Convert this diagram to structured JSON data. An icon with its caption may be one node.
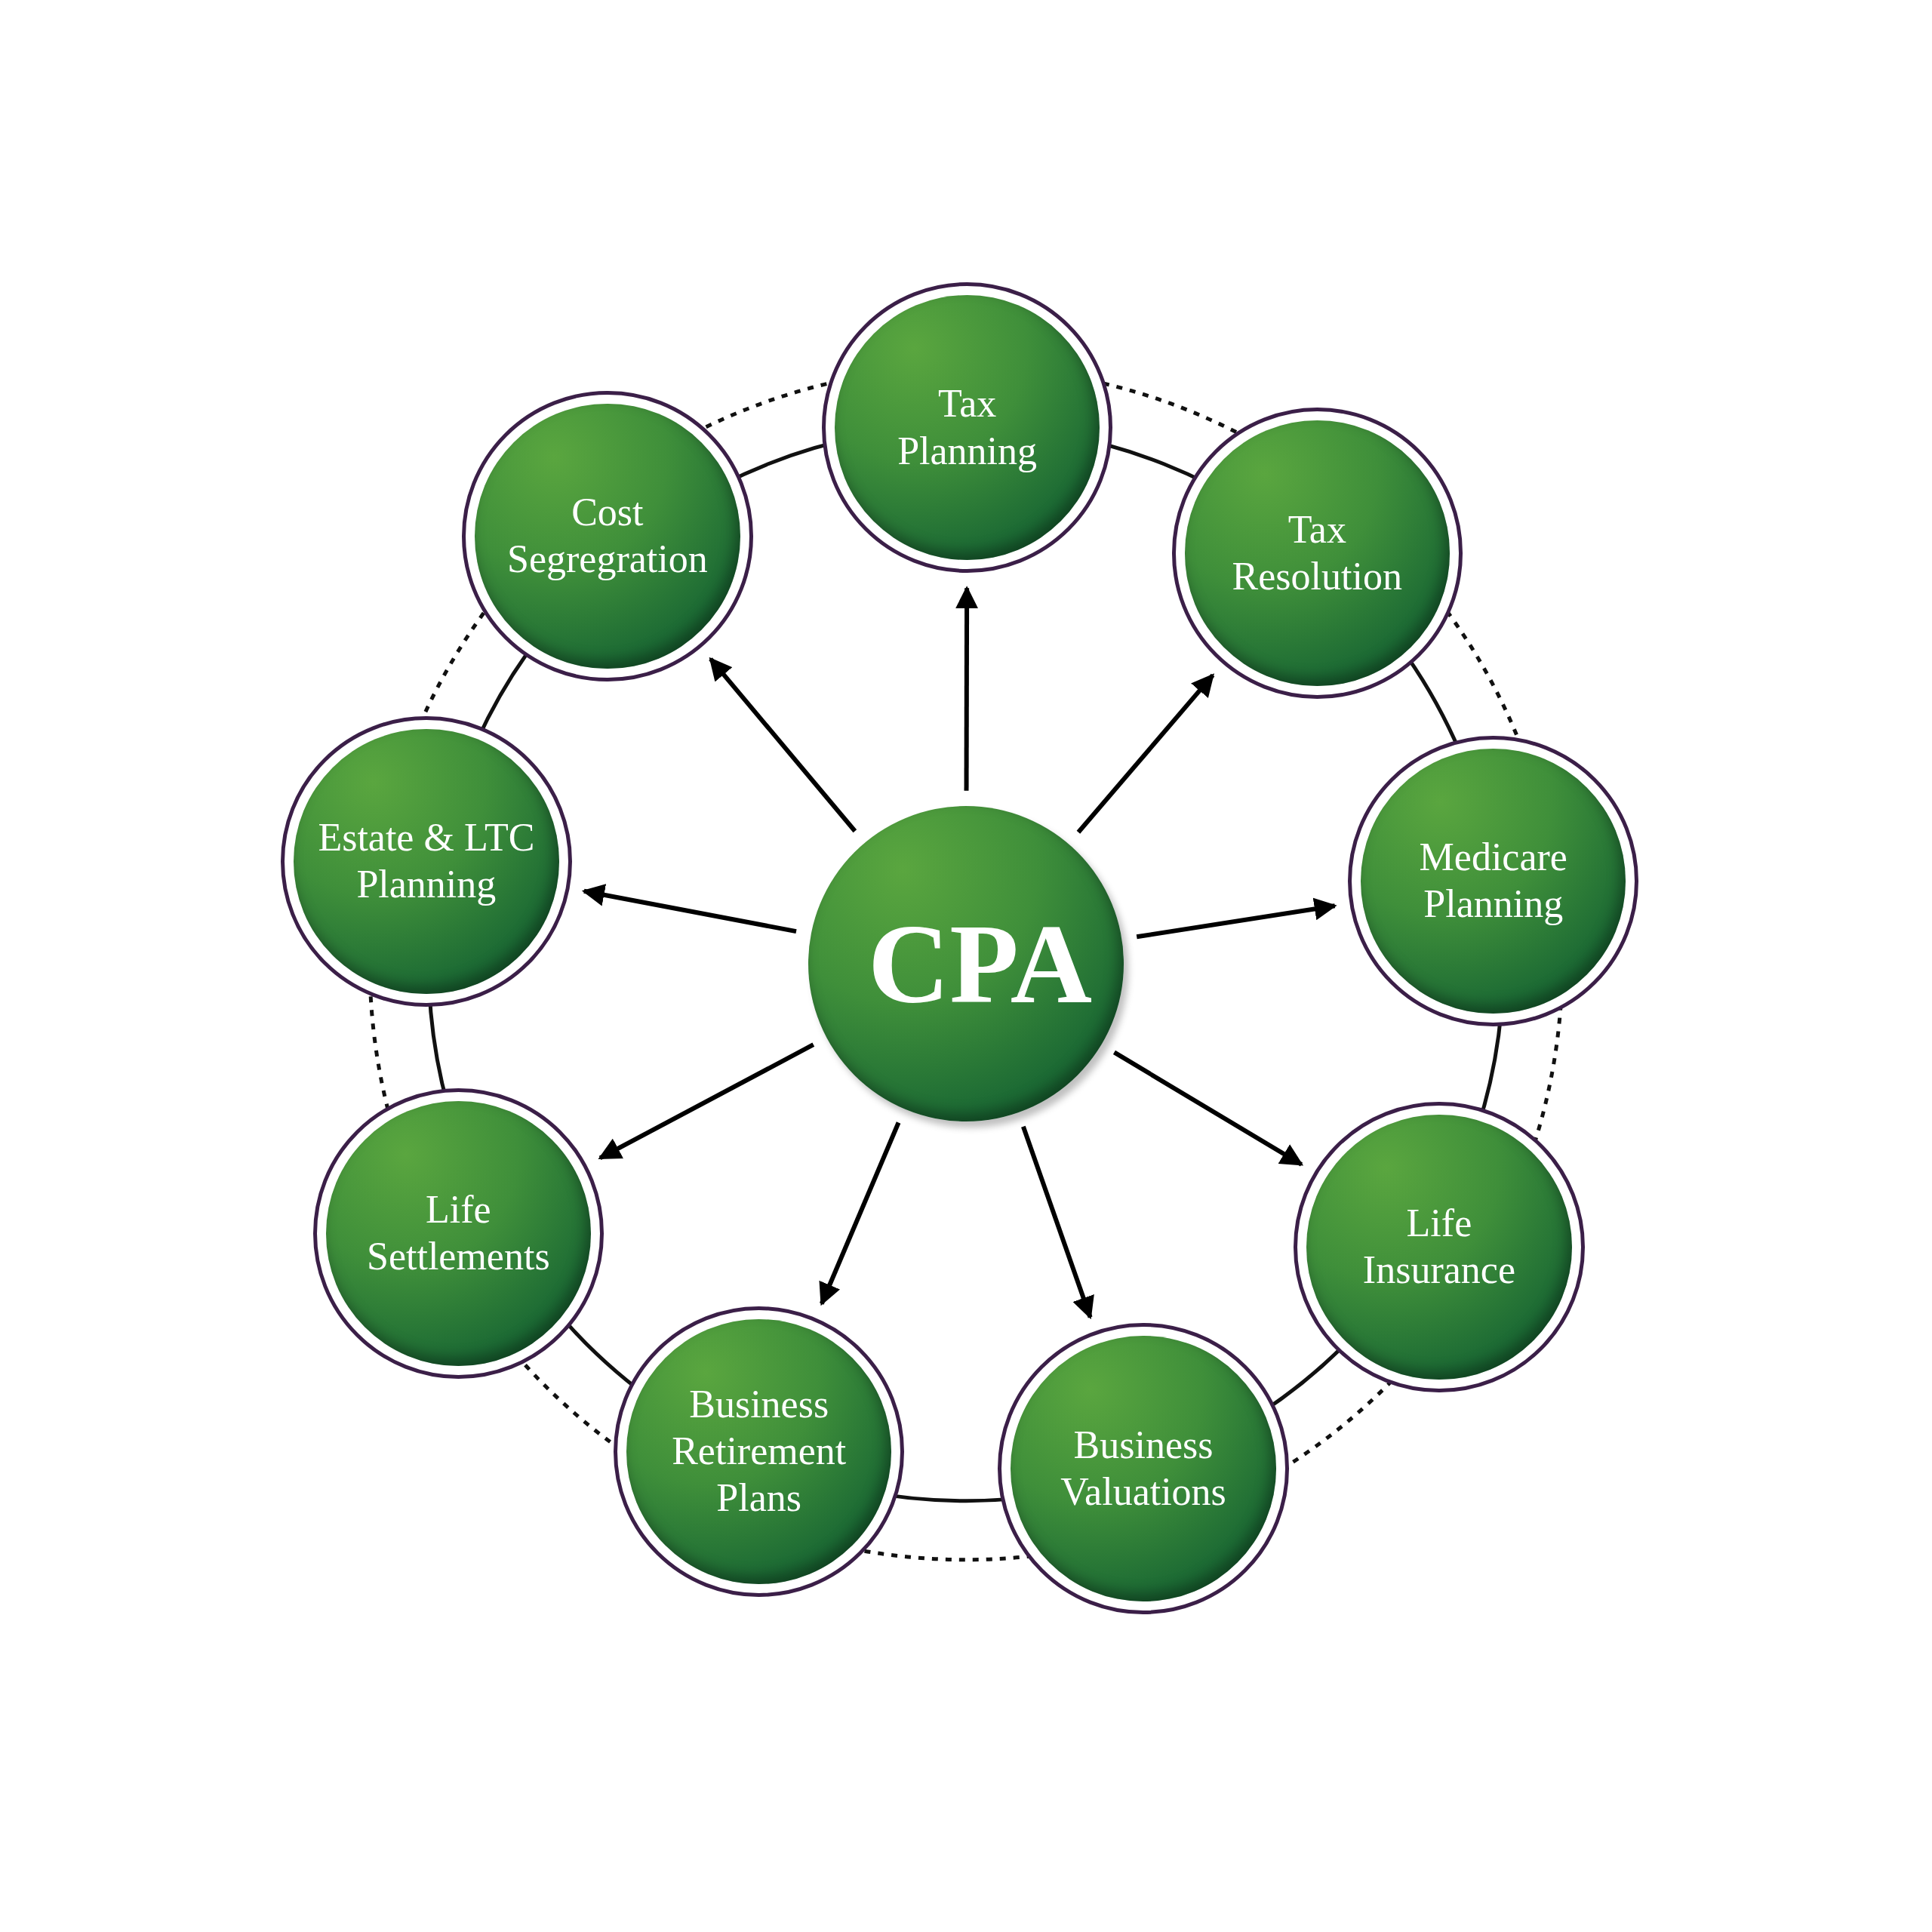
{
  "diagram": {
    "nodes": [
      {
        "text": [
          "CPA"
        ]
      },
      {
        "text": [
          "Tax Planning"
        ]
      },
      {
        "text": [
          "Tax Resolution"
        ]
      },
      {
        "text": [
          "Medicare Planning"
        ]
      },
      {
        "text": [
          "Life Insurance"
        ]
      },
      {
        "text": [
          "Business Valuations"
        ]
      },
      {
        "text": [
          "Business Retirement Plans"
        ]
      },
      {
        "text": [
          "Life Settlements"
        ]
      },
      {
        "text": [
          "Estate & LTC Planning"
        ]
      },
      {
        "text": [
          "Cost Segregration"
        ]
      }
    ],
    "edges": [
      {
        "from": 0,
        "to": 1,
        "arrow": "to"
      },
      {
        "from": 0,
        "to": 2,
        "arrow": "to"
      },
      {
        "from": 0,
        "to": 3,
        "arrow": "to"
      },
      {
        "from": 0,
        "to": 4,
        "arrow": "to"
      },
      {
        "from": 0,
        "to": 5,
        "arrow": "to"
      },
      {
        "from": 0,
        "to": 6,
        "arrow": "to"
      },
      {
        "from": 0,
        "to": 7,
        "arrow": "to"
      },
      {
        "from": 0,
        "to": 8,
        "arrow": "to"
      },
      {
        "from": 0,
        "to": 9,
        "arrow": "to"
      }
    ]
  }
}
